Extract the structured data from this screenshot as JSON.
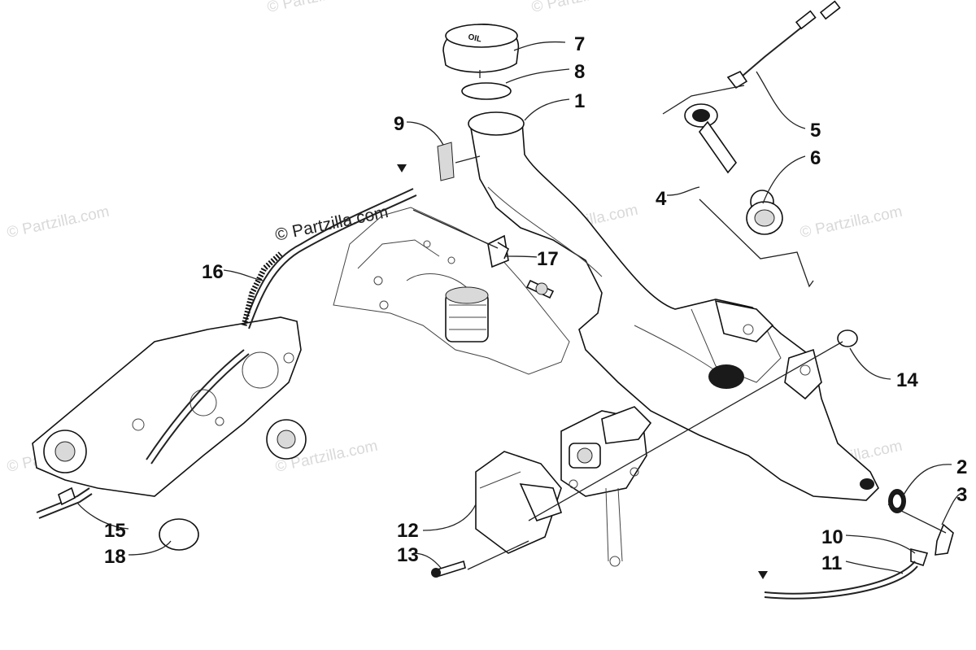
{
  "credit": "© Partzilla.com",
  "watermark": "© Partzilla.com",
  "callouts": [
    {
      "id": "callout-7",
      "label": "7"
    },
    {
      "id": "callout-8",
      "label": "8"
    },
    {
      "id": "callout-1",
      "label": "1"
    },
    {
      "id": "callout-9",
      "label": "9"
    },
    {
      "id": "callout-5",
      "label": "5"
    },
    {
      "id": "callout-6",
      "label": "6"
    },
    {
      "id": "callout-4",
      "label": "4"
    },
    {
      "id": "callout-17",
      "label": "17"
    },
    {
      "id": "callout-16",
      "label": "16"
    },
    {
      "id": "callout-14",
      "label": "14"
    },
    {
      "id": "callout-2",
      "label": "2"
    },
    {
      "id": "callout-3",
      "label": "3"
    },
    {
      "id": "callout-12",
      "label": "12"
    },
    {
      "id": "callout-13",
      "label": "13"
    },
    {
      "id": "callout-10",
      "label": "10"
    },
    {
      "id": "callout-11",
      "label": "11"
    },
    {
      "id": "callout-15",
      "label": "15"
    },
    {
      "id": "callout-18",
      "label": "18"
    }
  ],
  "cap_text": "OIL",
  "colors": {
    "line": "#222222",
    "watermark": "#d9d9d9",
    "background": "#ffffff"
  }
}
